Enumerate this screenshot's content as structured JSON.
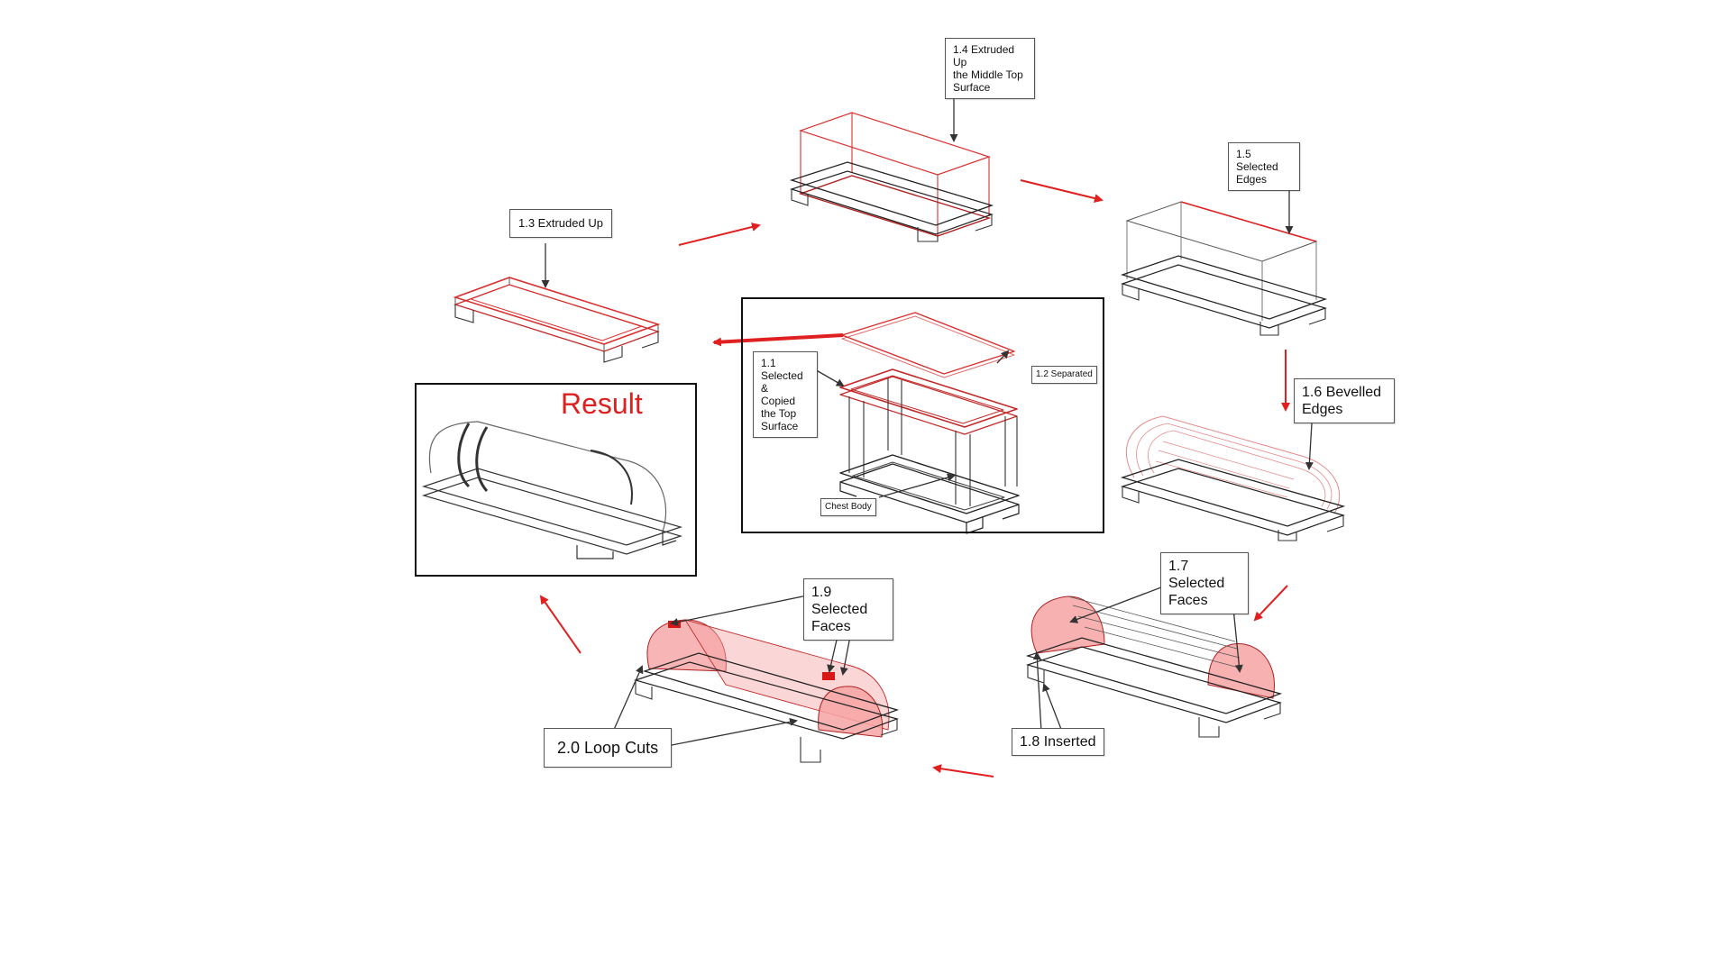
{
  "colors": {
    "accent_red": "#e02020",
    "highlight_fill": "#f6a3a3",
    "line_dark": "#222222",
    "line_red": "#d93030"
  },
  "result_title": "Result",
  "steps": {
    "s1_1": [
      "1.1 Selected &",
      "Copied the Top",
      "Surface"
    ],
    "s1_2": [
      "1.2 Separated"
    ],
    "s1_3": [
      "1.3 Extruded Up"
    ],
    "s1_4": [
      "1.4 Extruded Up",
      "the Middle Top",
      "Surface"
    ],
    "s1_5": [
      "1.5 Selected",
      "Edges"
    ],
    "s1_6": [
      "1.6 Bevelled",
      "Edges"
    ],
    "s1_7": [
      "1.7 Selected",
      "Faces"
    ],
    "s1_8": [
      "1.8 Inserted"
    ],
    "s1_9": [
      "1.9 Selected",
      "Faces"
    ],
    "s2_0": [
      "2.0 Loop Cuts"
    ],
    "chest_body": [
      "Chest Body"
    ]
  }
}
